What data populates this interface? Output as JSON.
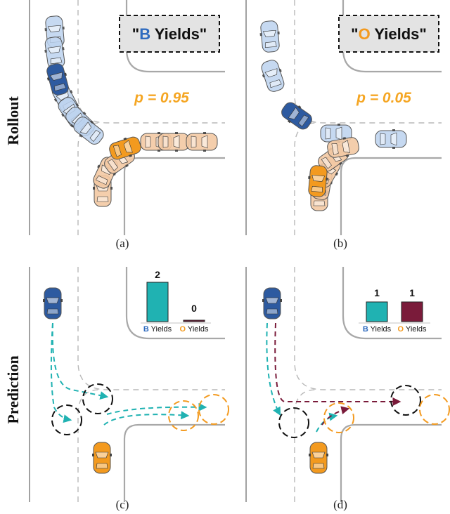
{
  "rows": {
    "top": "Rollout",
    "bottom": "Prediction"
  },
  "captions": {
    "a": "(a)",
    "b": "(b)",
    "c": "(c)",
    "d": "(d)"
  },
  "panel_a": {
    "quote_open": "\"",
    "letter": "B",
    "rest": " Yields\"",
    "prob": "p = 0.95"
  },
  "panel_b": {
    "quote_open": "\"",
    "letter": "O",
    "rest": " Yields\"",
    "prob": "p = 0.05"
  },
  "panel_c": {
    "bars": [
      {
        "value": "2",
        "letter": "B",
        "label": " Yields",
        "fraction": 1.0
      },
      {
        "value": "0",
        "letter": "O",
        "label": " Yields",
        "fraction": 0.0
      }
    ]
  },
  "panel_d": {
    "bars": [
      {
        "value": "1",
        "letter": "B",
        "label": " Yields",
        "fraction": 0.5
      },
      {
        "value": "1",
        "letter": "O",
        "label": " Yields",
        "fraction": 0.5
      }
    ]
  },
  "colors": {
    "blue_car": "#2d5aa0",
    "blue_light": "#bcd2ef",
    "orange_car": "#f39a1f",
    "orange_light": "#f3c9a3",
    "teal": "#20b2b2",
    "maroon": "#7a1b3a",
    "prob_orange": "#f5a623",
    "letter_blue": "#2f6bbf",
    "letter_orange": "#f39a1f"
  }
}
